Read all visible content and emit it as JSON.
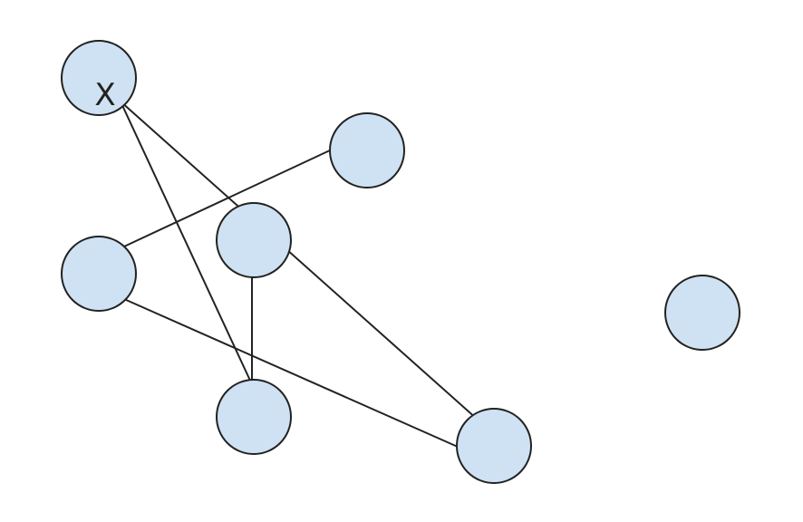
{
  "diagram": {
    "node_fill": "#cfe2f3",
    "stroke_color": "#222222",
    "nodes": [
      {
        "id": "A",
        "mark": "X"
      },
      {
        "id": "B",
        "mark": ""
      },
      {
        "id": "C",
        "mark": ""
      },
      {
        "id": "D",
        "mark": ""
      },
      {
        "id": "E",
        "mark": ""
      },
      {
        "id": "F",
        "mark": ""
      },
      {
        "id": "G",
        "mark": ""
      }
    ],
    "edges": [
      [
        "A",
        "E"
      ],
      [
        "A",
        "F"
      ],
      [
        "B",
        "C"
      ],
      [
        "C",
        "F"
      ],
      [
        "D",
        "E"
      ]
    ]
  }
}
